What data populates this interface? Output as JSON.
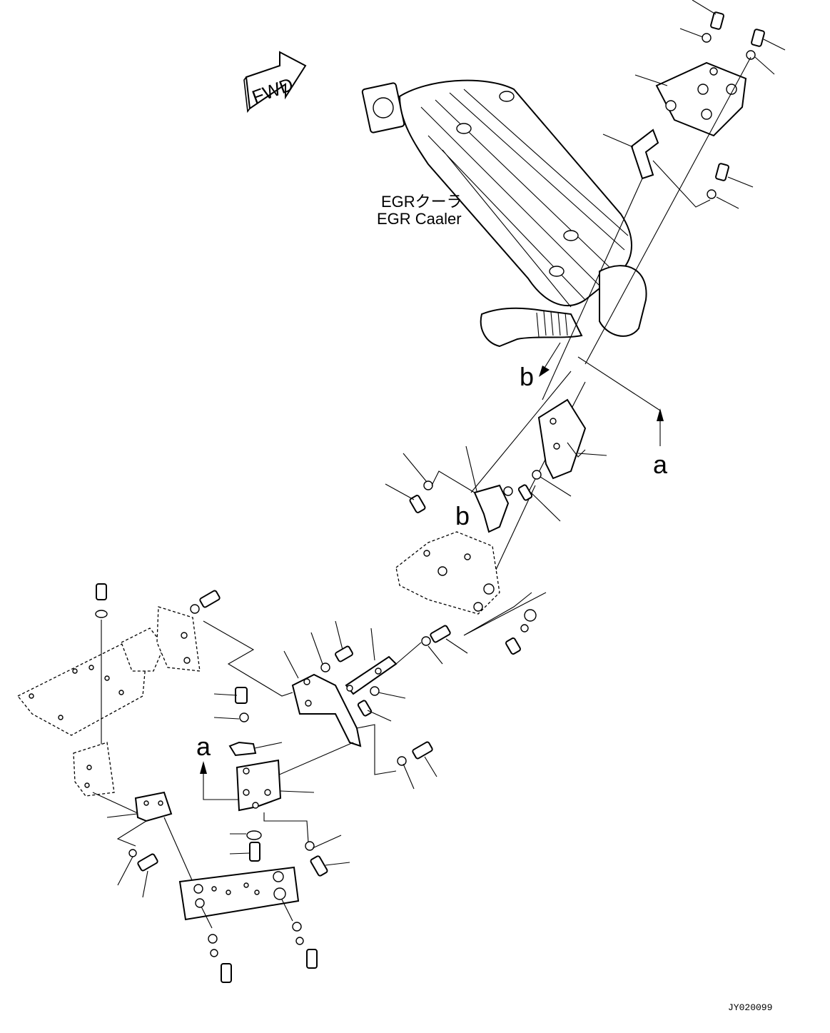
{
  "fwd_label": "FWD",
  "component_label_jp": "EGRクーラ",
  "component_label_en": "EGR Caaler",
  "view_markers": [
    {
      "id": "a",
      "text": "a"
    },
    {
      "id": "b",
      "text": "b"
    }
  ],
  "drawing_number": "JY020099"
}
